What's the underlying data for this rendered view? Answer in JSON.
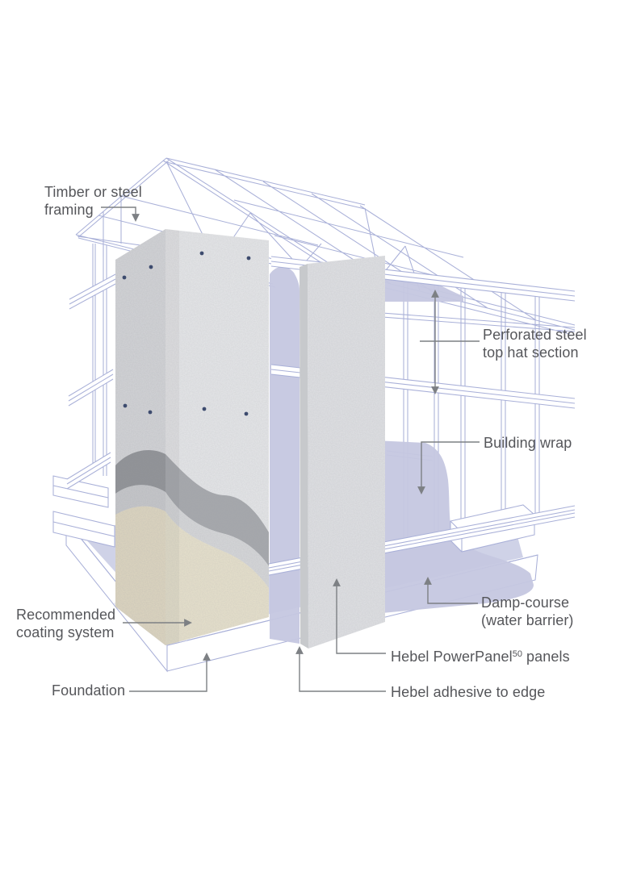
{
  "diagram": {
    "subject": "Hebel PowerPanel external wall system cutaway",
    "labels": {
      "framing": {
        "line1": "Timber or steel",
        "line2": "framing"
      },
      "top_hat": {
        "line1": "Perforated steel",
        "line2": "top hat section"
      },
      "building_wrap": {
        "text": "Building wrap"
      },
      "damp_course": {
        "line1": "Damp-course",
        "line2": "(water barrier)"
      },
      "powerpanel": {
        "prefix": "Hebel PowerPanel",
        "sup": "50",
        "suffix": " panels"
      },
      "adhesive": {
        "text": "Hebel adhesive to edge"
      },
      "coating": {
        "line1": "Recommended",
        "line2": "coating system"
      },
      "foundation": {
        "text": "Foundation"
      }
    },
    "colors": {
      "background": "#ffffff",
      "label_text": "#55565a",
      "leader": "#7d8084",
      "wireframe": "#a9b0d8",
      "building_wrap": "#c5c7e0",
      "damp_course": "#cfd2e7",
      "shadow": "#e2e4ef",
      "panel_front": "#e6e7e9",
      "panel_left": "#d3d4d7",
      "panel_single": "#e0e1e4",
      "panel_single_edge": "#c7c9cc",
      "coat_dark_front": "#a6a8ac",
      "coat_dark_left": "#8f9195",
      "coat_mid_front": "#d6d7d9",
      "coat_mid_left": "#c6c7ca",
      "coat_base_front": "#e7e1cc",
      "coat_base_left": "#ded6c0",
      "fixing_dot": "#3d4b6e"
    }
  }
}
